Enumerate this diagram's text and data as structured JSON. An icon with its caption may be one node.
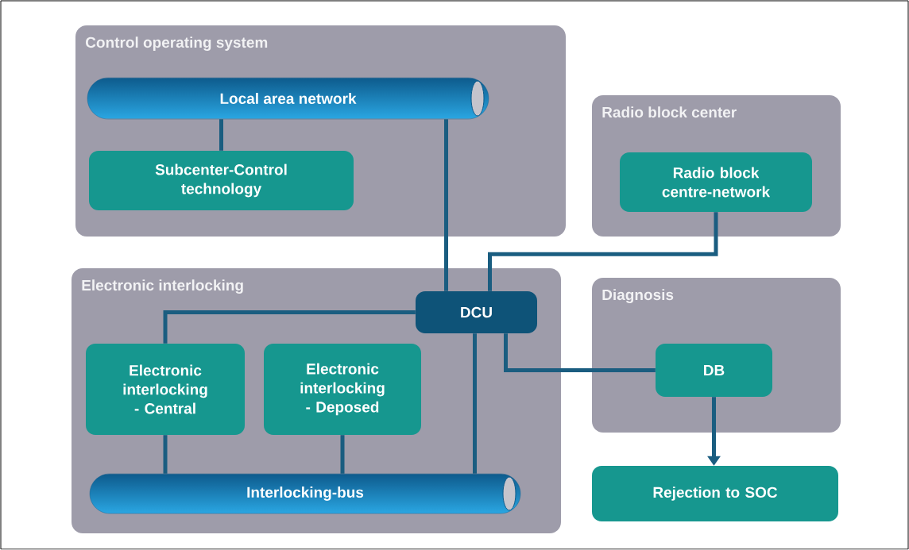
{
  "diagram": {
    "nodes": [
      {
        "text": [
          "Control operating system"
        ]
      },
      {
        "text": [
          "Local area network"
        ],
        "in": 0
      },
      {
        "text": [
          "Subcenter-Control technology"
        ],
        "in": 0
      },
      {
        "text": [
          "Radio block center"
        ]
      },
      {
        "text": [
          "Radio block centre-network"
        ],
        "in": 3
      },
      {
        "text": [
          "Electronic interlocking"
        ]
      },
      {
        "text": [
          "DCU"
        ],
        "in": 5
      },
      {
        "text": [
          "Electronic interlocking - Central"
        ],
        "in": 5
      },
      {
        "text": [
          "Electronic interlocking - Deposed"
        ],
        "in": 5
      },
      {
        "text": [
          "Interlocking-bus"
        ],
        "in": 5
      },
      {
        "text": [
          "Diagnosis"
        ]
      },
      {
        "text": [
          "DB"
        ],
        "in": 10
      },
      {
        "text": [
          "Rejection to SOC"
        ]
      }
    ],
    "edges": [
      {
        "from": 1,
        "to": 2,
        "arrow": "none"
      },
      {
        "from": 1,
        "to": 6,
        "arrow": "none"
      },
      {
        "from": 4,
        "to": 6,
        "arrow": "none"
      },
      {
        "from": 6,
        "to": 7,
        "arrow": "none"
      },
      {
        "from": 6,
        "to": 9,
        "arrow": "none"
      },
      {
        "from": 6,
        "to": 11,
        "arrow": "none"
      },
      {
        "from": 7,
        "to": 9,
        "arrow": "none"
      },
      {
        "from": 8,
        "to": 9,
        "arrow": "none"
      },
      {
        "from": 11,
        "to": 12,
        "arrow": "to"
      }
    ]
  }
}
